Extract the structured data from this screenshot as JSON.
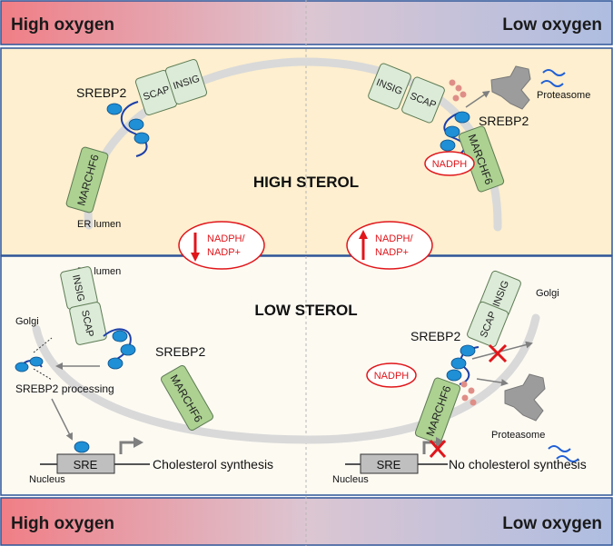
{
  "banners": {
    "top_left": "High oxygen",
    "top_right": "Low oxygen",
    "bottom_left": "High oxygen",
    "bottom_right": "Low oxygen"
  },
  "high_sterol": {
    "title": "HIGH STEROL",
    "left": {
      "insig": "INSIG",
      "scap": "SCAP",
      "srebp2": "SREBP2",
      "marchf6": "MARCHF6",
      "er_lumen": "ER lumen"
    },
    "right": {
      "insig": "INSIG",
      "scap": "SCAP",
      "srebp2": "SREBP2",
      "marchf6": "MARCHF6",
      "nadph": "NADPH",
      "proteasome": "Proteasome"
    }
  },
  "ratio_indicators": {
    "left": {
      "line1": "NADPH/",
      "line2": "NADP+",
      "direction": "down"
    },
    "right": {
      "line1": "NADPH/",
      "line2": "NADP+",
      "direction": "up"
    }
  },
  "low_sterol": {
    "title": "LOW STEROL",
    "left": {
      "er_lumen": "ER lumen",
      "golgi": "Golgi",
      "insig": "INSIG",
      "scap": "SCAP",
      "srebp2": "SREBP2",
      "marchf6": "MARCHF6",
      "processing": "SREBP2 processing",
      "sre": "SRE",
      "nucleus": "Nucleus",
      "outcome": "Cholesterol synthesis"
    },
    "right": {
      "golgi": "Golgi",
      "insig": "INSIG",
      "scap": "SCAP",
      "srebp2": "SREBP2",
      "nadph": "NADPH",
      "marchf6": "MARCHF6",
      "proteasome": "Proteasome",
      "sre": "SRE",
      "nucleus": "Nucleus",
      "outcome": "No cholesterol synthesis"
    }
  },
  "colors": {
    "high_oxygen": "#f07e86",
    "low_oxygen": "#aebde1",
    "high_sterol_bg": "#fdefcf",
    "low_sterol_bg": "#fdfaf2",
    "border": "#2f5598",
    "membrane": "#d9d9d9",
    "protein_box": "#dcebd8",
    "marchf6_box": "#acd191",
    "srebp2": "#1f8fd6",
    "nadph_red": "#e0161b",
    "ubiquitin": "#df8e87",
    "proteasome": "#9c9c9c"
  }
}
